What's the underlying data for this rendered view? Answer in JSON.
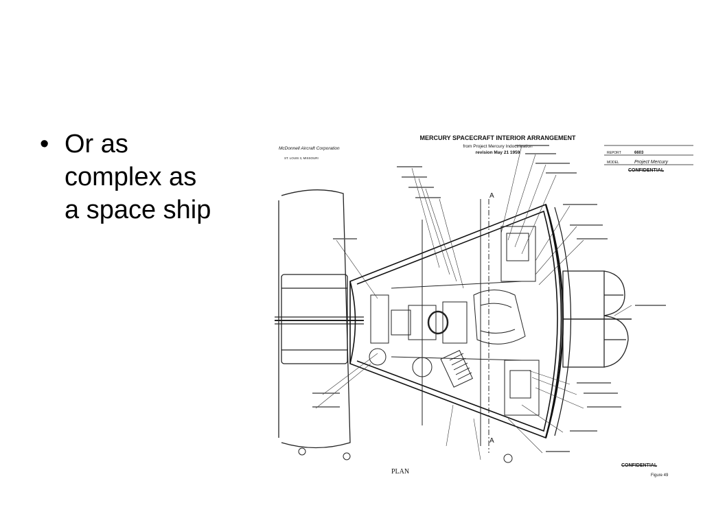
{
  "slide": {
    "bullet_glyph": "•",
    "bullet_lines": [
      "Or as",
      "complex as",
      "a space ship"
    ]
  },
  "drawing": {
    "title": "MERCURY SPACECRAFT INTERIOR ARRANGEMENT",
    "subtitle": "from Project Mercury Indoctrination",
    "revision": "revision May 21 1959",
    "company": "McDonnell Aircraft Corporation",
    "city": "ST. LOUIS 3, MISSOURI",
    "report_label": "REPORT",
    "report_number": "6603",
    "model_label": "MODEL",
    "model_value": "Project Mercury",
    "confidential_top": "CONFIDENTIAL",
    "confidential_bottom": "CONFIDENTIAL",
    "section_marker_top": "A",
    "section_marker_bottom": "A",
    "view_label": "PLAN",
    "figure_label": "Figure 49"
  }
}
